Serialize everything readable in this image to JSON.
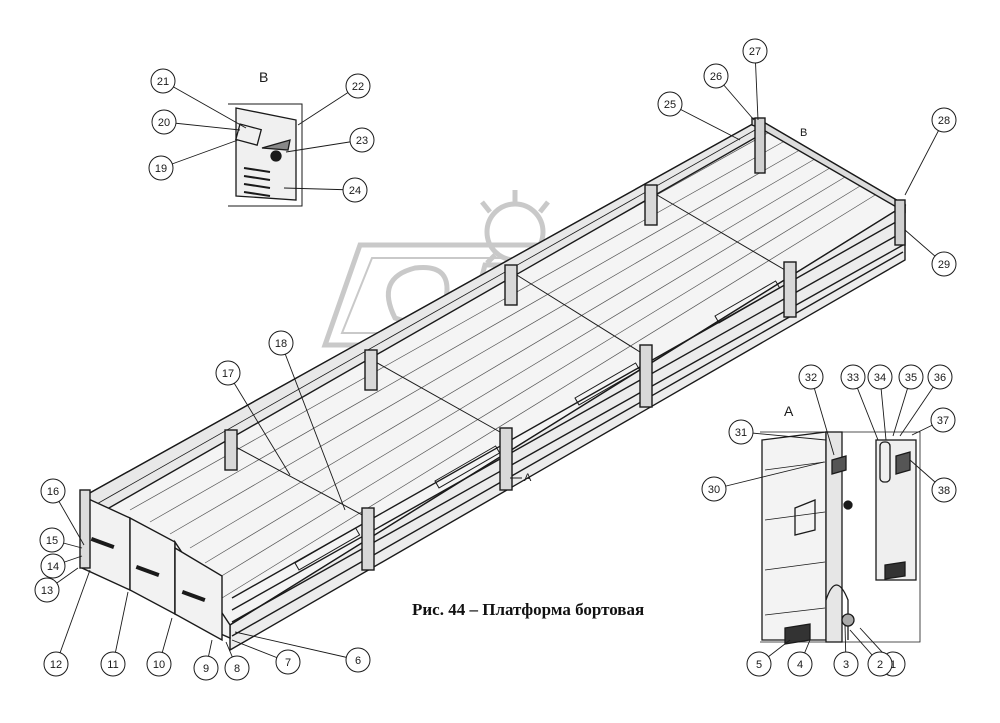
{
  "caption": "Рис. 44 – Платформа бортовая",
  "views": {
    "detail_b_label": "В",
    "detail_a_label": "А",
    "main_b_marker": "В",
    "main_a_marker": "A"
  },
  "callouts": [
    {
      "n": "1"
    },
    {
      "n": "2"
    },
    {
      "n": "3"
    },
    {
      "n": "4"
    },
    {
      "n": "5"
    },
    {
      "n": "6"
    },
    {
      "n": "7"
    },
    {
      "n": "8"
    },
    {
      "n": "9"
    },
    {
      "n": "10"
    },
    {
      "n": "11"
    },
    {
      "n": "12"
    },
    {
      "n": "13"
    },
    {
      "n": "14"
    },
    {
      "n": "15"
    },
    {
      "n": "16"
    },
    {
      "n": "17"
    },
    {
      "n": "18"
    },
    {
      "n": "19"
    },
    {
      "n": "20"
    },
    {
      "n": "21"
    },
    {
      "n": "22"
    },
    {
      "n": "23"
    },
    {
      "n": "24"
    },
    {
      "n": "25"
    },
    {
      "n": "26"
    },
    {
      "n": "27"
    },
    {
      "n": "28"
    },
    {
      "n": "29"
    },
    {
      "n": "30"
    },
    {
      "n": "31"
    },
    {
      "n": "32"
    },
    {
      "n": "33"
    },
    {
      "n": "34"
    },
    {
      "n": "35"
    },
    {
      "n": "36"
    },
    {
      "n": "37"
    },
    {
      "n": "38"
    }
  ],
  "colors": {
    "ink": "#1a1a1a",
    "watermark": "#c9c9c9"
  }
}
